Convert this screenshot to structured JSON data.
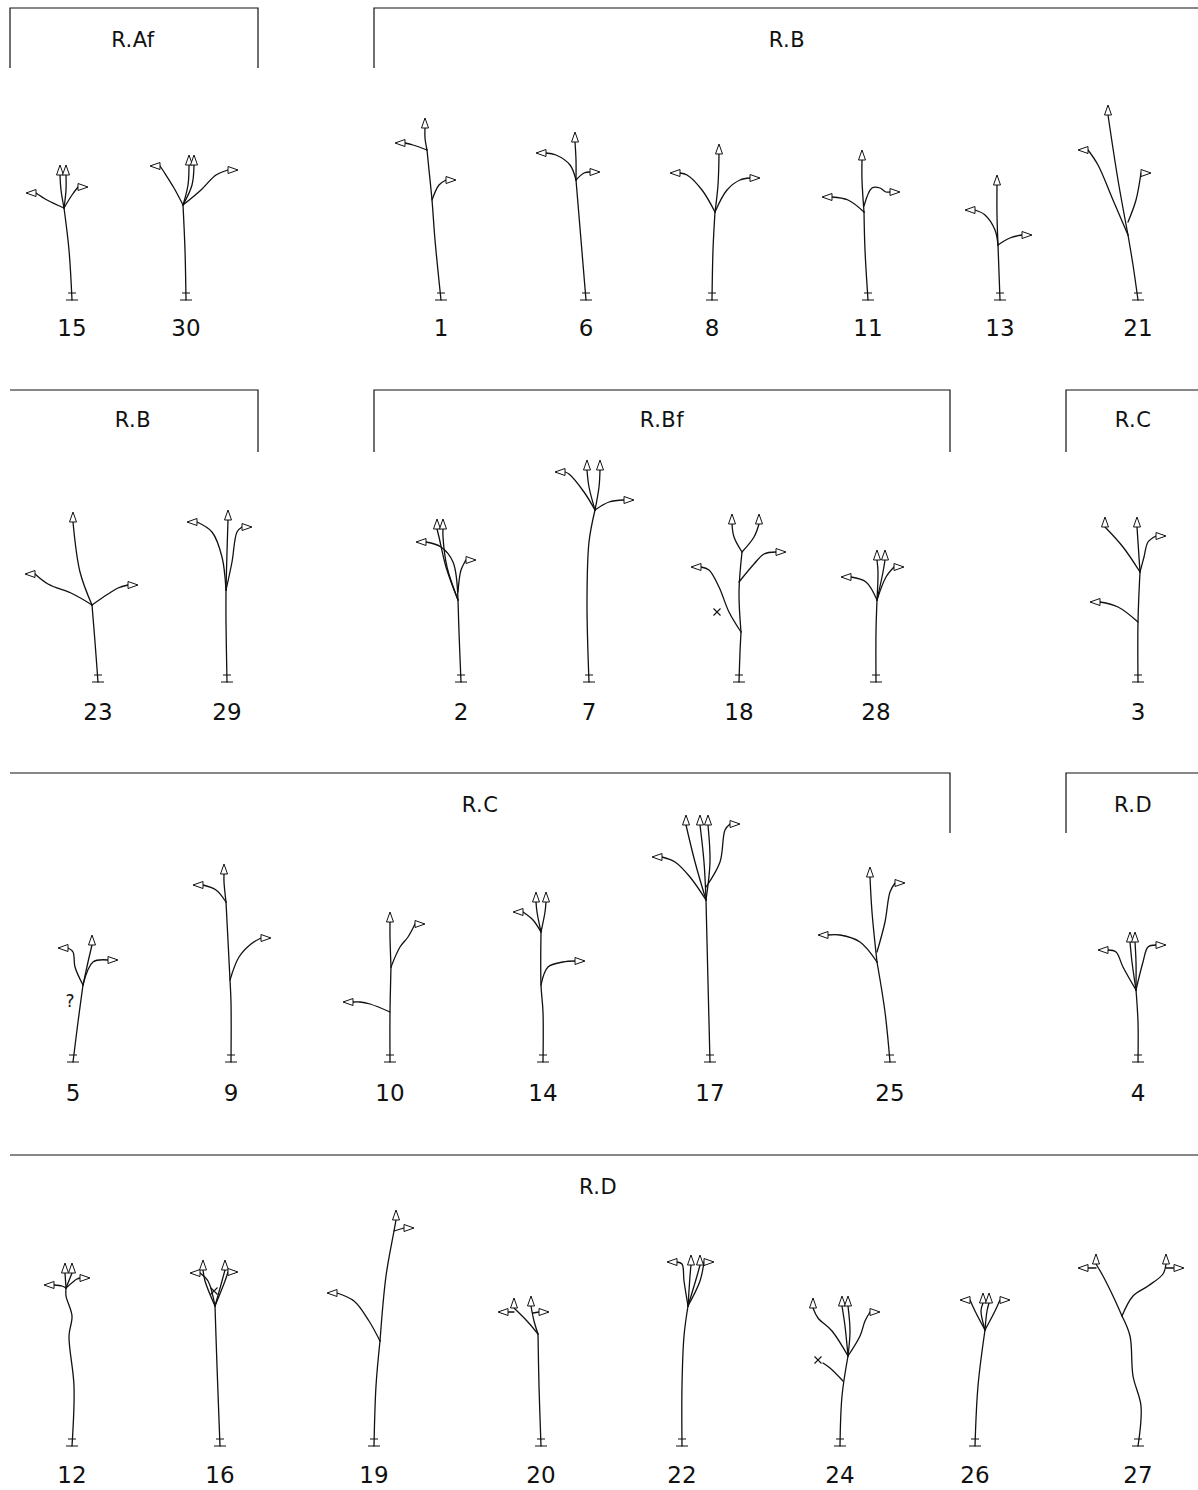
{
  "diagram": {
    "labels": [
      "R.Af",
      "R.B",
      "15",
      "30",
      "1",
      "6",
      "8",
      "11",
      "13",
      "21",
      "R.B",
      "R.Bf",
      "R.C",
      "23",
      "29",
      "2",
      "7",
      "18",
      "28",
      "3",
      "R.C",
      "R.D",
      "?",
      "5",
      "9",
      "10",
      "14",
      "17",
      "25",
      "4",
      "R.D",
      "12",
      "16",
      "19",
      "20",
      "22",
      "24",
      "26",
      "27"
    ]
  }
}
